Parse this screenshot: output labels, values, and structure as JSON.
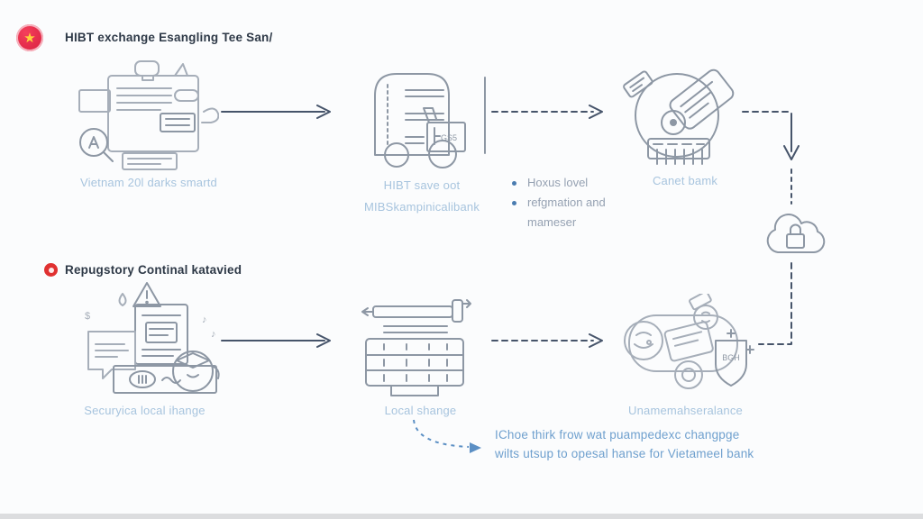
{
  "icons": {
    "star": "★",
    "music_note": "♪",
    "dollar": "$"
  },
  "colors": {
    "accent_red": "#e03131",
    "flag_red": "#d81e3e",
    "star_yellow": "#ffd43b",
    "label_blue": "#a7c4de",
    "note_blue": "#6fa0ce",
    "bullet_dot_blue": "#4a7cb0",
    "title_dark": "#2e3947",
    "lineart_gray": "#a6aeb9",
    "arrow_slate": "#46546a"
  },
  "section1": {
    "title": "HIBT exchange Esangling Tee San/",
    "steps": [
      {
        "icon": "documents-audit-illustration",
        "label": "Vietnam 20l darks smartd"
      },
      {
        "icon": "document-truck-illustration",
        "label1": "HIBT save oot",
        "label2": "MIBSkampinicalibank",
        "box_text": "GS5"
      },
      {
        "icon": "bank-card-circle-illustration",
        "label": "Canet bamk"
      }
    ],
    "bullets": [
      "Hoxus lovel",
      "refgmation and mameser"
    ],
    "cloud_icon": "secure-cloud-lock-icon"
  },
  "section2": {
    "title": "Repugstory Continal katavied",
    "steps": [
      {
        "icon": "security-announcement-illustration",
        "label": "Securyica local ihange"
      },
      {
        "icon": "typewriter-machine-illustration",
        "label": "Local shange"
      },
      {
        "icon": "coins-shield-illustration",
        "label": "Unamemahseralance",
        "shield_text": "BGH"
      }
    ]
  },
  "note": {
    "line1": "IChoe thirk frow wat puampedexc changpge",
    "line2": "wilts utsup to opesal hanse for Vietameel bank"
  }
}
